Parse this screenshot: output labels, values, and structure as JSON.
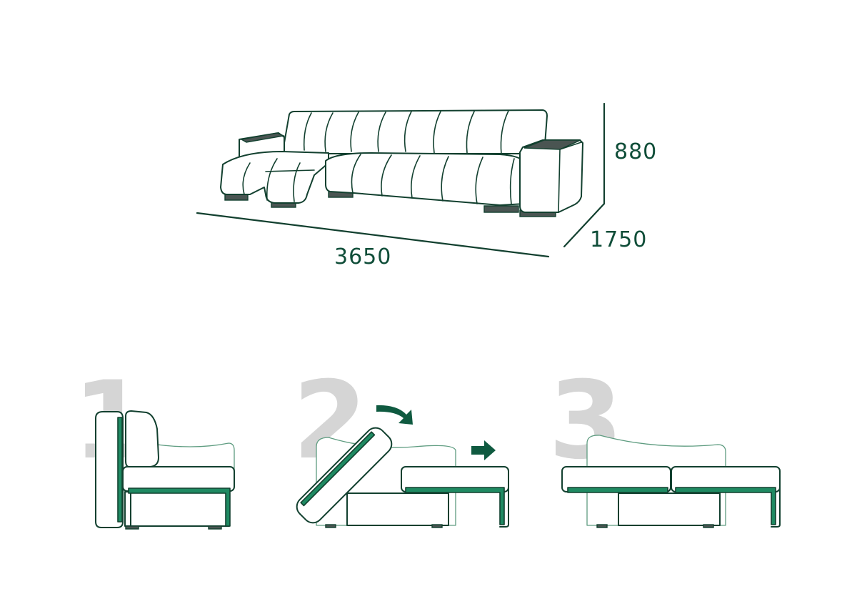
{
  "dimensions": {
    "length": "3650",
    "height": "880",
    "depth": "1750"
  },
  "steps": [
    {
      "number": "1"
    },
    {
      "number": "2"
    },
    {
      "number": "3"
    }
  ],
  "colors": {
    "outline": "#12402f",
    "mechanism": "#1f8a62",
    "dimension_text": "#0f4d38",
    "step_number": "#d5d5d5",
    "arrow": "#0f5a40"
  }
}
